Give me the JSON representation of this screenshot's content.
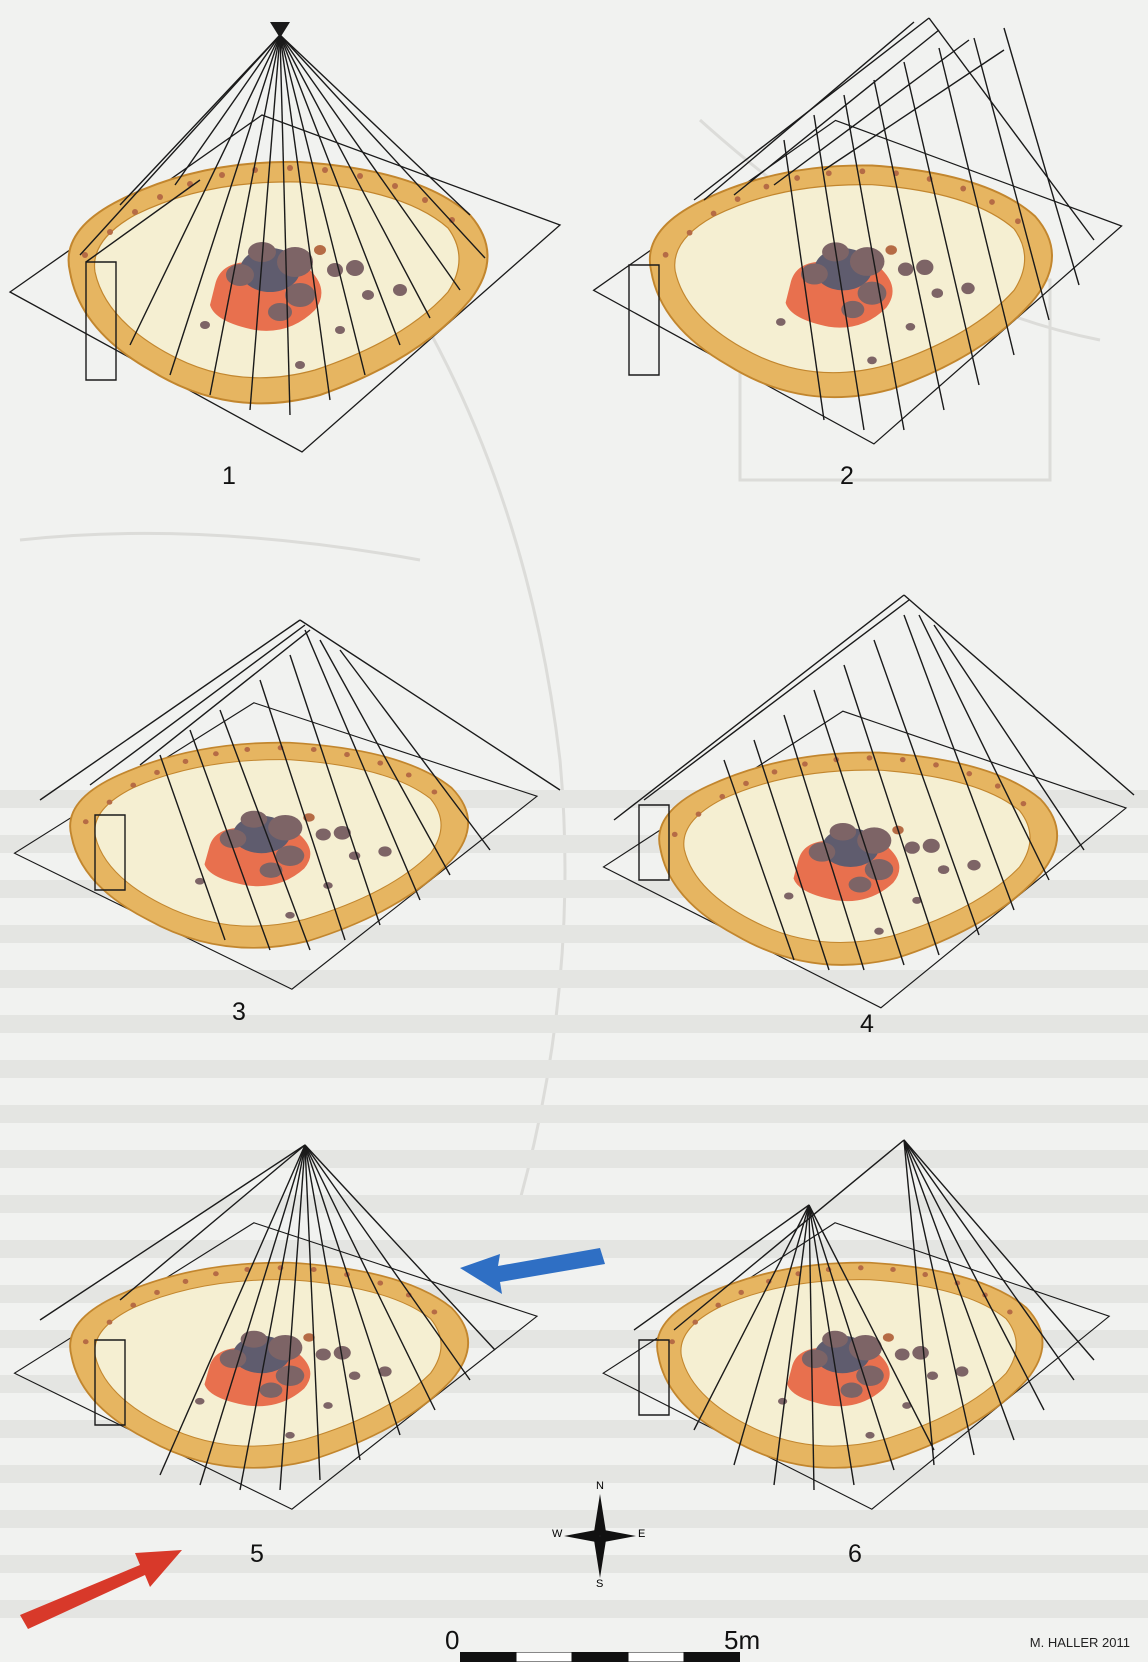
{
  "figures": [
    {
      "label": "1",
      "type": "cone"
    },
    {
      "label": "2",
      "type": "ridge-roof"
    },
    {
      "label": "3",
      "type": "ridge-roof"
    },
    {
      "label": "4",
      "type": "ridge-roof"
    },
    {
      "label": "5",
      "type": "cone-with-lean-to"
    },
    {
      "label": "6",
      "type": "double-cone"
    }
  ],
  "compass": {
    "north": "N",
    "south": "S",
    "east": "E",
    "west": "W"
  },
  "scale": {
    "start": "0",
    "end": "5m"
  },
  "credit": "M. HALLER 2011",
  "colors": {
    "ring": "#e6b561",
    "ring_edge": "#c2862e",
    "floor": "#f5efd2",
    "hearth": "#e8704e",
    "stone": "#7d6466",
    "stone_dark": "#5f5c6e",
    "pit": "#b56b45",
    "frame": "#1a1a1a",
    "blue_arrow": "#2f6fc4",
    "red_arrow": "#d8392a"
  }
}
